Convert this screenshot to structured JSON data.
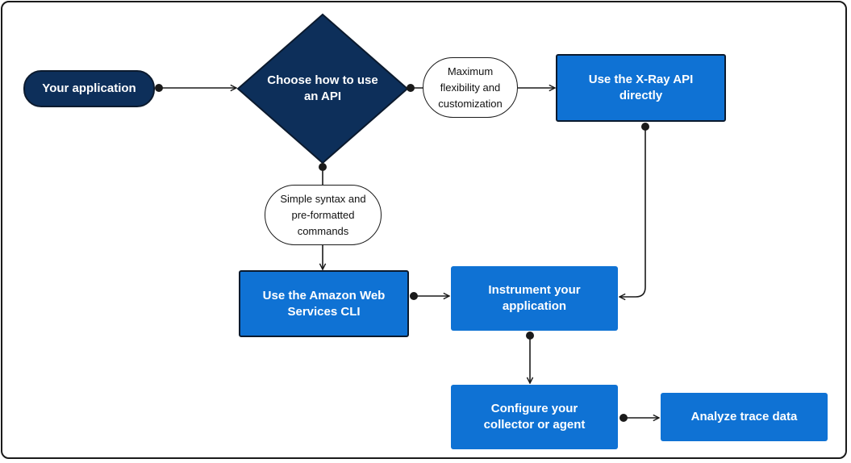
{
  "nodes": {
    "start": "Your application",
    "decision": "Choose how to use an API",
    "xray_api": "Use the X-Ray API directly",
    "cli": "Use the Amazon Web Services CLI",
    "instrument": "Instrument your application",
    "configure": "Configure your collector or agent",
    "analyze": "Analyze trace data"
  },
  "edge_labels": {
    "flexibility": "Maximum flexibility and customization",
    "simple": "Simple syntax and pre-formatted commands"
  },
  "colors": {
    "dark_navy": "#0d2f5a",
    "blue": "#0f72d4",
    "line": "#1a1a1a"
  }
}
